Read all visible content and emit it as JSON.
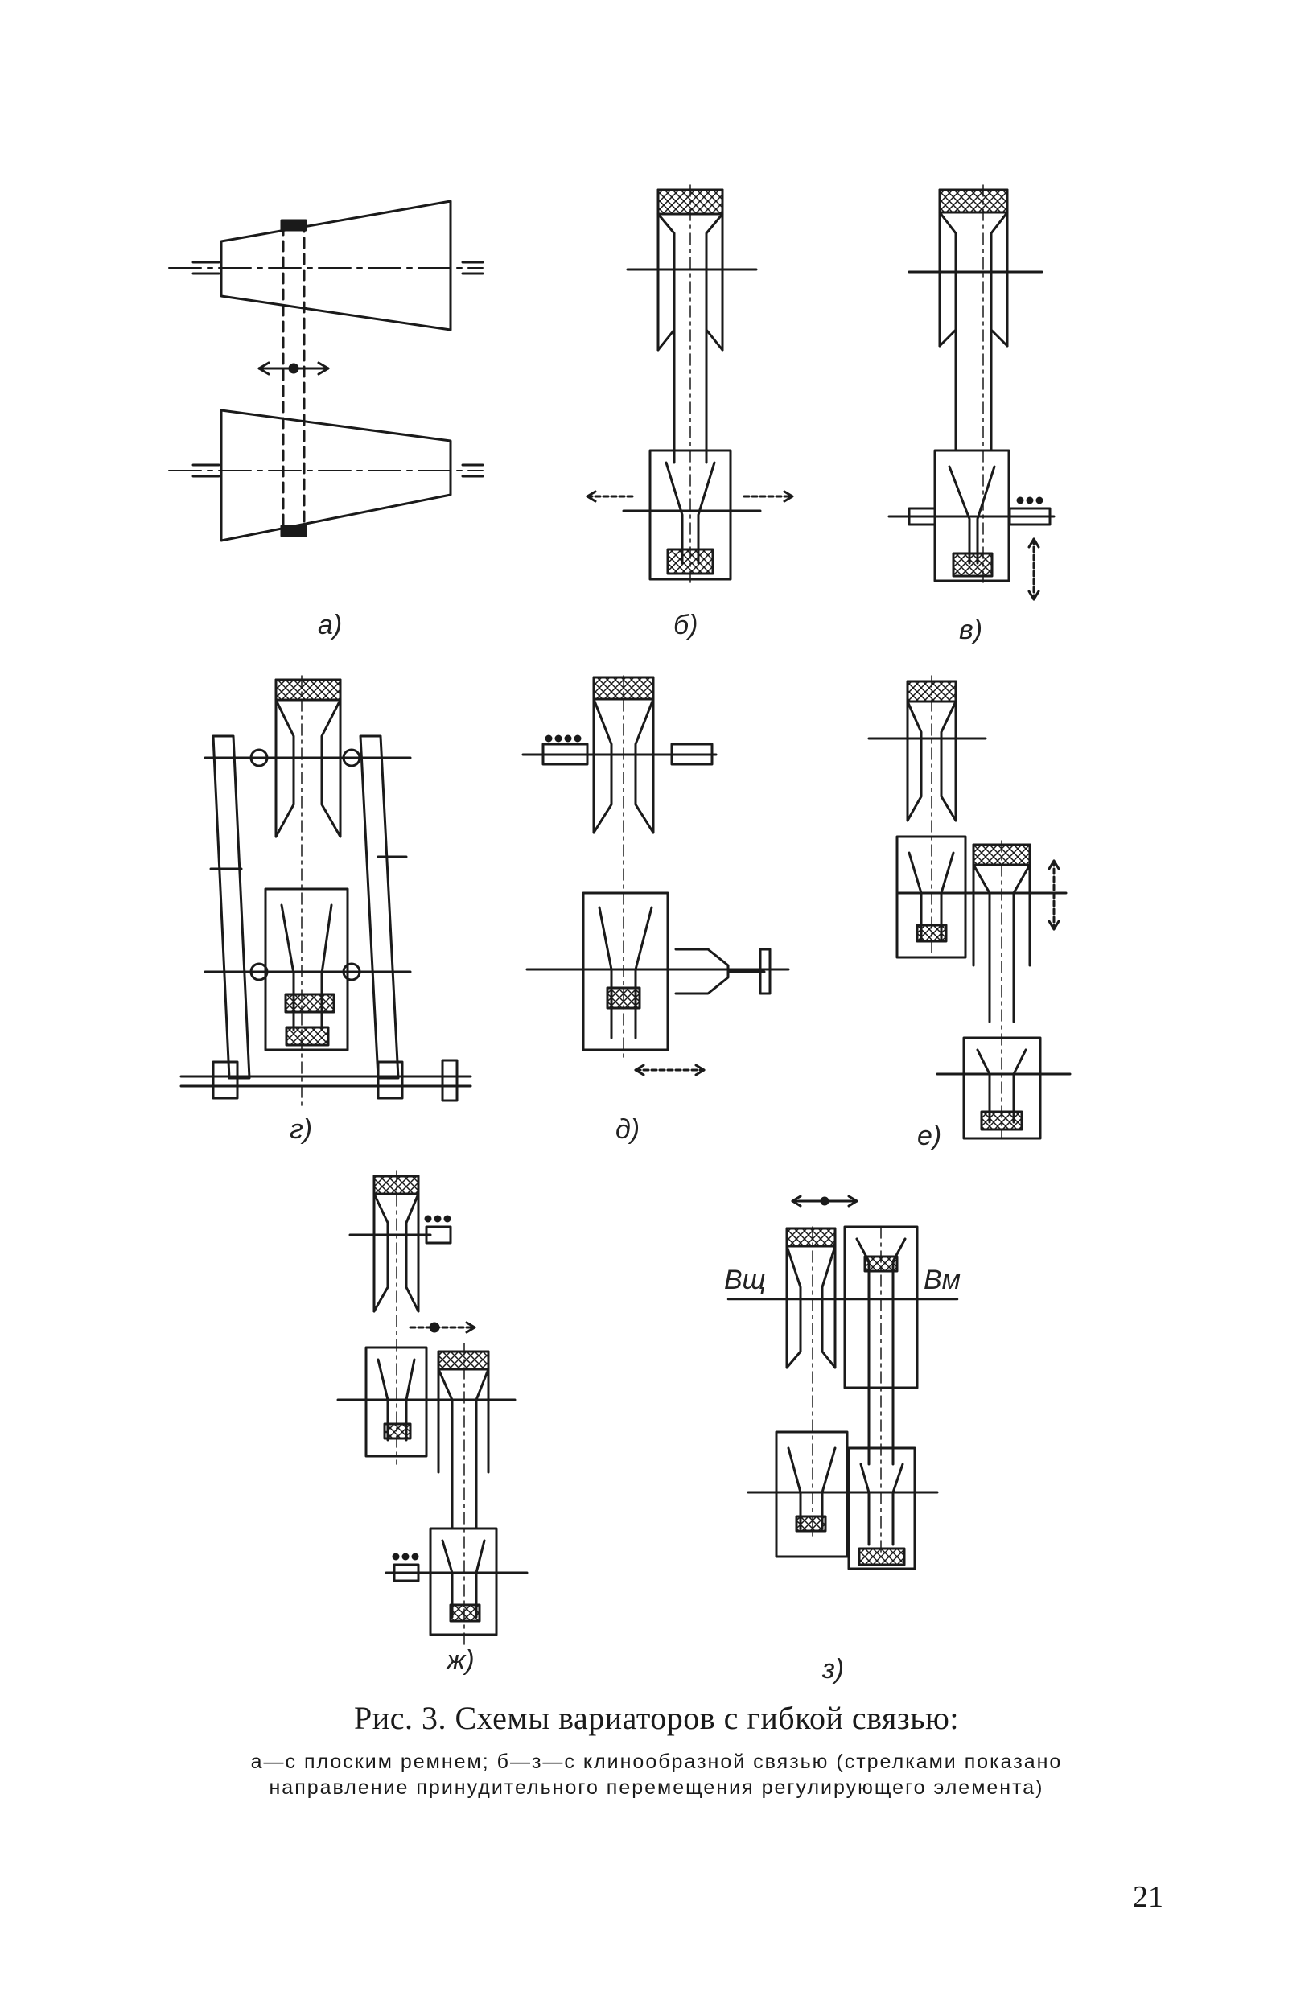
{
  "figure": {
    "labels": {
      "a": "а)",
      "b": "б)",
      "v": "в)",
      "g": "г)",
      "d": "д)",
      "e": "е)",
      "zh": "ж)",
      "z": "з)",
      "vsh": "Вщ",
      "vm": "Вм"
    },
    "caption_title": "Рис. 3. Схемы вариаторов с гибкой связью:",
    "caption_line1": "а—с плоским ремнем; б—з—с клинообразной связью (стрелками показано",
    "caption_line2": "направление принудительного перемещения регулирующего элемента)"
  },
  "page_number": "21",
  "colors": {
    "ink": "#1a1a1a",
    "paper": "#ffffff"
  }
}
